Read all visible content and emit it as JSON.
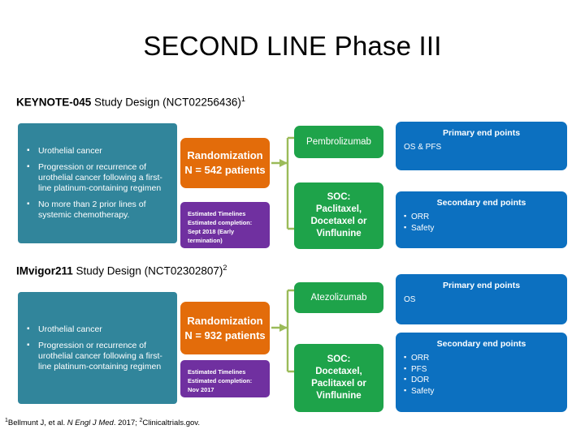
{
  "slide": {
    "title": "SECOND LINE Phase III",
    "footnote": {
      "sup1": "1",
      "part1": "Bellmunt J, et al. ",
      "journal": "N Engl J Med",
      "part2": ". 2017; ",
      "sup2": "2",
      "part3": "Clinicaltrials.gov."
    }
  },
  "colors": {
    "criteria_teal": "#31859B",
    "randomization_orange": "#E36C0A",
    "timeline_purple": "#7030A0",
    "arm_green": "#1EA34A",
    "endpoints_blue": "#0C70C0",
    "connector_olive": "#9BBB59",
    "text_white": "#FFFFFF",
    "text_black": "#000000",
    "background": "#FFFFFF"
  },
  "studies": [
    {
      "id": "keynote-045",
      "heading": {
        "name": "KEYNOTE-045",
        "rest": " Study Design (NCT02256436)",
        "superscript": "1"
      },
      "criteria": [
        "Urothelial cancer",
        "Progression or recurrence of urothelial cancer following a first-line platinum-containing regimen",
        "No more than 2 prior lines of systemic chemotherapy."
      ],
      "randomization": {
        "line1": "Randomization",
        "line2": "N = 542 patients"
      },
      "timeline": [
        "Estimated Timelines",
        "Estimated completion:",
        "Sept 2018 (Early",
        "termination)"
      ],
      "arms": [
        {
          "label": "Pembrolizumab",
          "bold": false
        },
        {
          "label": "SOC:\nPaclitaxel,\nDocetaxel or\nVinflunine",
          "bold": true
        }
      ],
      "primary_endpoints": {
        "title": "Primary end points",
        "items": [
          "OS & PFS"
        ],
        "bulleted": false
      },
      "secondary_endpoints": {
        "title": "Secondary end points",
        "items": [
          "ORR",
          "Safety"
        ],
        "bulleted": true
      }
    },
    {
      "id": "imvigor211",
      "heading": {
        "name": "IMvigor211",
        "rest": " Study Design (NCT02302807)",
        "superscript": "2"
      },
      "criteria": [
        "Urothelial cancer",
        "Progression or recurrence of urothelial cancer following a first-line platinum-containing regimen"
      ],
      "randomization": {
        "line1": "Randomization",
        "line2": "N = 932 patients"
      },
      "timeline": [
        "Estimated Timelines",
        "Estimated completion:",
        "Nov 2017"
      ],
      "arms": [
        {
          "label": "Atezolizumab",
          "bold": false
        },
        {
          "label": "SOC:\nDocetaxel,\nPaclitaxel or\nVinflunine",
          "bold": true
        }
      ],
      "primary_endpoints": {
        "title": "Primary end points",
        "items": [
          "OS"
        ],
        "bulleted": false
      },
      "secondary_endpoints": {
        "title": "Secondary end points",
        "items": [
          "ORR",
          "PFS",
          "DOR",
          "Safety"
        ],
        "bulleted": true
      }
    }
  ]
}
